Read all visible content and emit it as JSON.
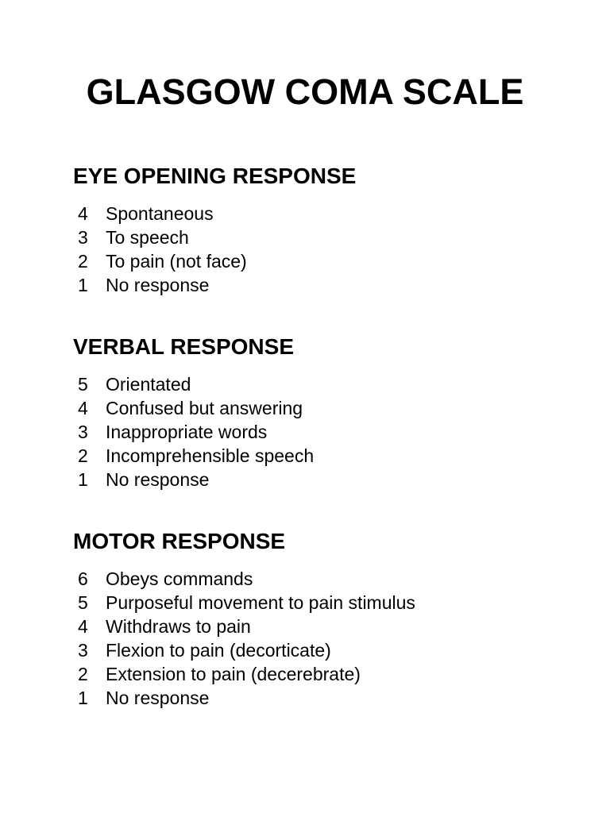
{
  "document": {
    "title": "GLASGOW COMA SCALE",
    "sections": [
      {
        "heading": "EYE OPENING RESPONSE",
        "items": [
          {
            "score": "4",
            "label": "Spontaneous"
          },
          {
            "score": "3",
            "label": "To speech"
          },
          {
            "score": "2",
            "label": "To pain (not face)"
          },
          {
            "score": "1",
            "label": "No response"
          }
        ]
      },
      {
        "heading": "VERBAL RESPONSE",
        "items": [
          {
            "score": "5",
            "label": "Orientated"
          },
          {
            "score": "4",
            "label": "Confused but answering"
          },
          {
            "score": "3",
            "label": "Inappropriate words"
          },
          {
            "score": "2",
            "label": "Incomprehensible speech"
          },
          {
            "score": "1",
            "label": "No response"
          }
        ]
      },
      {
        "heading": "MOTOR RESPONSE",
        "items": [
          {
            "score": "6",
            "label": "Obeys commands"
          },
          {
            "score": "5",
            "label": "Purposeful movement to pain stimulus"
          },
          {
            "score": "4",
            "label": "Withdraws to pain"
          },
          {
            "score": "3",
            "label": "Flexion to pain (decorticate)"
          },
          {
            "score": "2",
            "label": "Extension to pain (decerebrate)"
          },
          {
            "score": "1",
            "label": "No response"
          }
        ]
      }
    ],
    "colors": {
      "page_background": "#ffffff",
      "text": "#000000"
    }
  }
}
